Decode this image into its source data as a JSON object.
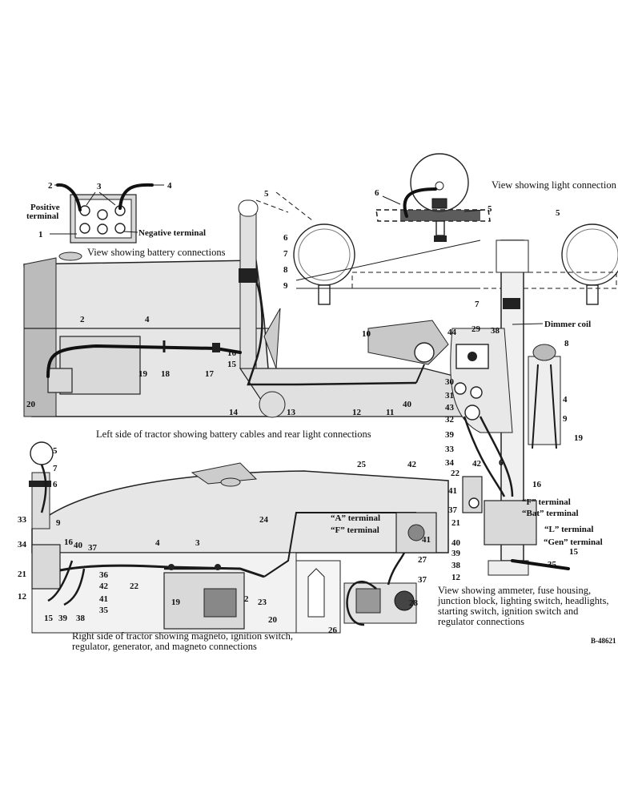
{
  "captions": {
    "battery": "View showing battery connections",
    "light": "View showing light connection",
    "left_side": "Left side of tractor showing battery cables and rear light connections",
    "right_side_1": "Right side of tractor showing magneto, ignition switch,",
    "right_side_2": "regulator, generator, and magneto connections",
    "ammeter_1": "View showing ammeter, fuse housing,",
    "ammeter_2": "junction block, lighting switch, headlights,",
    "ammeter_3": "starting switch, ignition switch and",
    "ammeter_4": "regulator connections",
    "code": "B-48621"
  },
  "labels": {
    "positive_1": "Positive",
    "positive_2": "terminal",
    "negative": "Negative terminal",
    "dimmer": "Dimmer coil",
    "a_terminal": "“A” terminal",
    "f_terminal": "“F” terminal",
    "f_terminal_r": "“F” terminal",
    "bat_terminal": "“Bat” terminal",
    "l_terminal": "“L” terminal",
    "gen_terminal": "“Gen” terminal"
  },
  "callouts": {
    "battery": [
      "2",
      "3",
      "4",
      "1"
    ],
    "light_view": [
      "6",
      "5"
    ],
    "left": [
      "5",
      "5",
      "6",
      "7",
      "8",
      "9",
      "2",
      "4",
      "16",
      "15",
      "10",
      "20",
      "19",
      "18",
      "17",
      "14",
      "13",
      "12",
      "11",
      "40",
      "7"
    ],
    "right_ammeter": [
      "44",
      "29",
      "38",
      "8",
      "30",
      "31",
      "43",
      "32",
      "39",
      "33",
      "34",
      "4",
      "9",
      "6",
      "19",
      "22",
      "42",
      "16",
      "41",
      "37",
      "21",
      "40",
      "39",
      "38",
      "12",
      "35",
      "15"
    ],
    "right_side": [
      "5",
      "7",
      "6",
      "33",
      "34",
      "21",
      "12",
      "9",
      "16",
      "40",
      "37",
      "36",
      "42",
      "41",
      "35",
      "15",
      "39",
      "38",
      "4",
      "3",
      "22",
      "19",
      "2",
      "23",
      "20",
      "24",
      "25",
      "42",
      "28",
      "27",
      "37",
      "26",
      "41"
    ]
  }
}
